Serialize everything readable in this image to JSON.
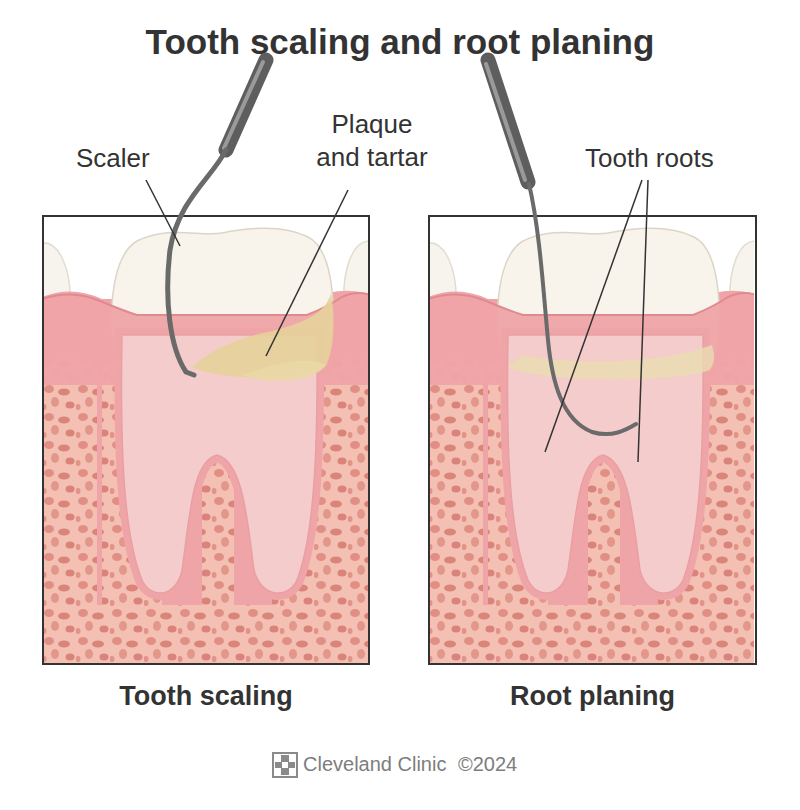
{
  "diagram": {
    "title": "Tooth scaling and root planing",
    "nodes": [
      {
        "text": [
          "Tooth scaling"
        ]
      },
      {
        "text": [
          "Root planing"
        ]
      }
    ],
    "labels": [
      "Scaler",
      "Plaque and tartar",
      "Tooth roots",
      "Cleveland Clinic",
      "©2024"
    ]
  }
}
